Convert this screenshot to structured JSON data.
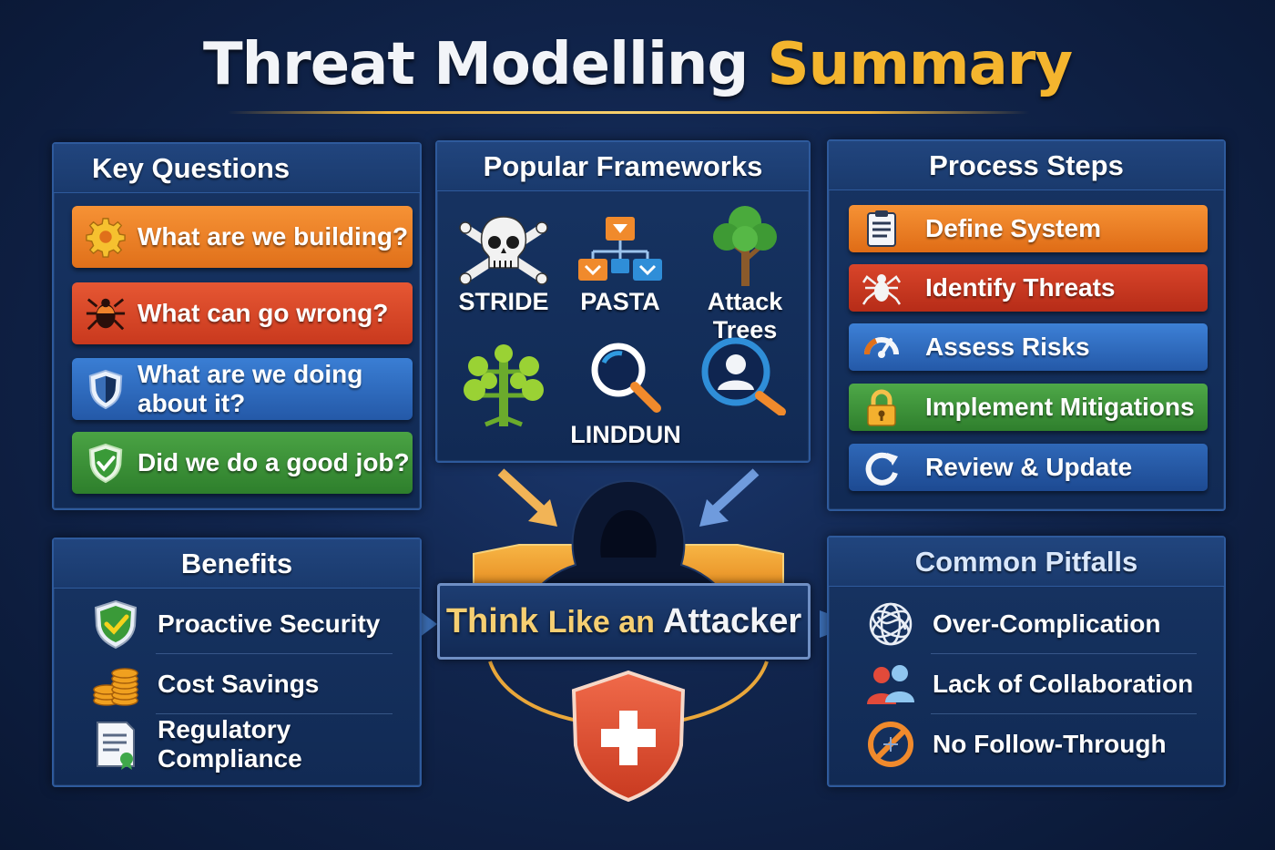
{
  "title": {
    "part1": "Threat Modelling",
    "part2": "Summary"
  },
  "key_questions": {
    "heading": "Key Questions",
    "items": [
      {
        "label": "What are we building?",
        "icon": "gear-icon",
        "color": "#f08a2c"
      },
      {
        "label": "What can go wrong?",
        "icon": "bug-icon",
        "color": "#e04e2c"
      },
      {
        "label": "What are we doing about it?",
        "icon": "shield-icon",
        "color": "#2f6fc4"
      },
      {
        "label": "Did we do a good job?",
        "icon": "check-shield-icon",
        "color": "#3f9a3b"
      }
    ]
  },
  "frameworks": {
    "heading": "Popular Frameworks",
    "items": [
      {
        "label": "STRIDE",
        "icon": "skull-crossbones-icon"
      },
      {
        "label": "PASTA",
        "icon": "flowchart-icon"
      },
      {
        "label": "Attack Trees",
        "icon": "tree-icon"
      },
      {
        "label": "",
        "icon": "branch-tree-icon"
      },
      {
        "label": "LINDDUN",
        "icon": "magnifier-icon"
      },
      {
        "label": "",
        "icon": "user-search-icon"
      }
    ]
  },
  "process": {
    "heading": "Process Steps",
    "items": [
      {
        "label": "Define System",
        "icon": "clipboard-icon"
      },
      {
        "label": "Identify Threats",
        "icon": "spider-icon"
      },
      {
        "label": "Assess Risks",
        "icon": "gauge-icon"
      },
      {
        "label": "Implement Mitigations",
        "icon": "padlock-icon"
      },
      {
        "label": "Review & Update",
        "icon": "refresh-icon"
      }
    ]
  },
  "benefits": {
    "heading": "Benefits",
    "items": [
      {
        "label": "Proactive Security",
        "icon": "check-shield-icon"
      },
      {
        "label": "Cost Savings",
        "icon": "coins-icon"
      },
      {
        "label": "Regulatory Compliance",
        "icon": "certificate-icon"
      }
    ]
  },
  "pitfalls": {
    "heading": "Common Pitfalls",
    "items": [
      {
        "label": "Over-Complication",
        "icon": "tangle-icon"
      },
      {
        "label": "Lack of Collaboration",
        "icon": "people-icon"
      },
      {
        "label": "No Follow-Through",
        "icon": "prohibited-icon"
      }
    ]
  },
  "center": {
    "part1": "Think",
    "part2": "Like an",
    "part3": "Attacker"
  }
}
